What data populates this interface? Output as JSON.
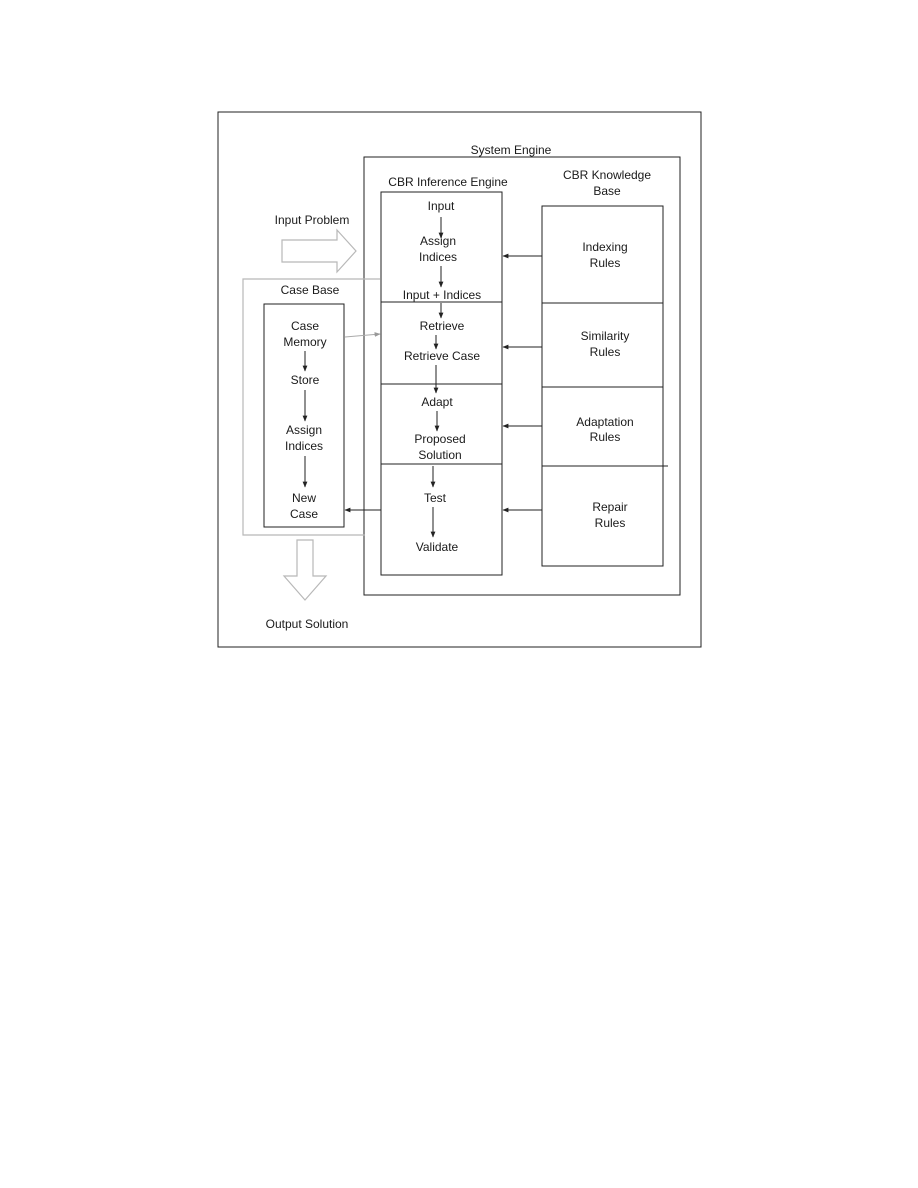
{
  "system_engine": {
    "title": "System Engine"
  },
  "inference_engine": {
    "title": "CBR Inference Engine",
    "steps": {
      "input": "Input",
      "assign_indices_1": "Assign",
      "assign_indices_2": "Indices",
      "input_indices": "Input + Indices",
      "retrieve": "Retrieve",
      "retrieve_case": "Retrieve Case",
      "adapt": "Adapt",
      "proposed_1": "Proposed",
      "proposed_2": "Solution",
      "test": "Test",
      "validate": "Validate"
    }
  },
  "knowledge_base": {
    "title_1": "CBR Knowledge",
    "title_2": "Base",
    "indexing_1": "Indexing",
    "indexing_2": "Rules",
    "similarity_1": "Similarity",
    "similarity_2": "Rules",
    "adaptation_1": "Adaptation",
    "adaptation_2": "Rules",
    "repair_1": "Repair",
    "repair_2": "Rules"
  },
  "case_base": {
    "title": "Case Base",
    "case_memory_1": "Case",
    "case_memory_2": "Memory",
    "store": "Store",
    "assign_1": "Assign",
    "assign_2": "Indices",
    "new_case_1": "New",
    "new_case_2": "Case"
  },
  "io": {
    "input_problem": "Input Problem",
    "output_solution": "Output Solution"
  }
}
